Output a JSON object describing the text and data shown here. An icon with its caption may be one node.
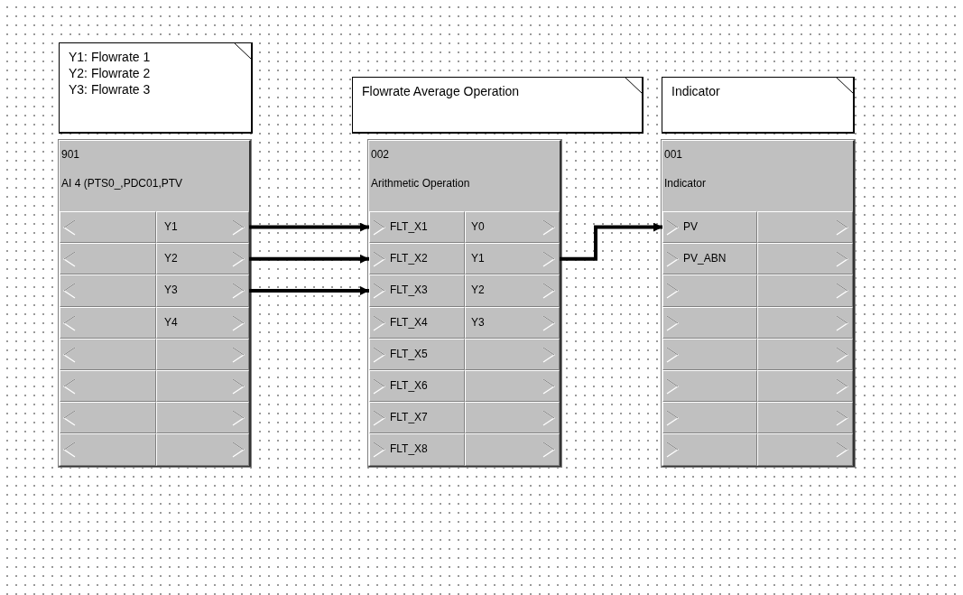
{
  "diagram": {
    "nodes": [
      {
        "text": [
          "Y1: Flowrate 1",
          "Y2: Flowrate 2",
          "Y3: Flowrate 3"
        ]
      },
      {
        "text": [
          "Flowrate Average Operation"
        ]
      },
      {
        "text": [
          "Indicator"
        ]
      },
      {
        "text": [
          "901",
          "AI 4 (PTS0_,PDC01,PTV"
        ]
      },
      {
        "text": [],
        "shape": "box",
        "in": 3
      },
      {
        "text": [
          "Y1"
        ],
        "in": 3
      },
      {
        "text": [],
        "shape": "box",
        "in": 3
      },
      {
        "text": [
          "Y2"
        ],
        "in": 3
      },
      {
        "text": [],
        "shape": "box",
        "in": 3
      },
      {
        "text": [
          "Y3"
        ],
        "in": 3
      },
      {
        "text": [],
        "shape": "box",
        "in": 3
      },
      {
        "text": [
          "Y4"
        ],
        "in": 3
      },
      {
        "text": [],
        "shape": "box",
        "in": 3
      },
      {
        "text": [],
        "shape": "box",
        "in": 3
      },
      {
        "text": [],
        "shape": "box",
        "in": 3
      },
      {
        "text": [],
        "shape": "box",
        "in": 3
      },
      {
        "text": [],
        "shape": "box",
        "in": 3
      },
      {
        "text": [],
        "shape": "box",
        "in": 3
      },
      {
        "text": [],
        "shape": "box",
        "in": 3
      },
      {
        "text": [],
        "shape": "box",
        "in": 3
      },
      {
        "text": [
          "002",
          "Arithmetic Operation"
        ]
      },
      {
        "text": [
          "FLT_X1"
        ],
        "in": 20
      },
      {
        "text": [
          "Y0"
        ],
        "in": 20
      },
      {
        "text": [
          "FLT_X2"
        ],
        "in": 20
      },
      {
        "text": [
          "Y1"
        ],
        "in": 20
      },
      {
        "text": [
          "FLT_X3"
        ],
        "in": 20
      },
      {
        "text": [
          "Y2"
        ],
        "in": 20
      },
      {
        "text": [
          "FLT_X4"
        ],
        "in": 20
      },
      {
        "text": [
          "Y3"
        ],
        "in": 20
      },
      {
        "text": [
          "FLT_X5"
        ],
        "in": 20
      },
      {
        "text": [],
        "shape": "box",
        "in": 20
      },
      {
        "text": [
          "FLT_X6"
        ],
        "in": 20
      },
      {
        "text": [],
        "shape": "box",
        "in": 20
      },
      {
        "text": [
          "FLT_X7"
        ],
        "in": 20
      },
      {
        "text": [],
        "shape": "box",
        "in": 20
      },
      {
        "text": [
          "FLT_X8"
        ],
        "in": 20
      },
      {
        "text": [],
        "shape": "box",
        "in": 20
      },
      {
        "text": [
          "001",
          "Indicator"
        ]
      },
      {
        "text": [
          "PV"
        ],
        "in": 37
      },
      {
        "text": [],
        "shape": "box",
        "in": 37
      },
      {
        "text": [
          "PV_ABN"
        ],
        "in": 37
      },
      {
        "text": [],
        "shape": "box",
        "in": 37
      },
      {
        "text": [],
        "shape": "box",
        "in": 37
      },
      {
        "text": [],
        "shape": "box",
        "in": 37
      },
      {
        "text": [],
        "shape": "box",
        "in": 37
      },
      {
        "text": [],
        "shape": "box",
        "in": 37
      },
      {
        "text": [],
        "shape": "box",
        "in": 37
      },
      {
        "text": [],
        "shape": "box",
        "in": 37
      },
      {
        "text": [],
        "shape": "box",
        "in": 37
      },
      {
        "text": [],
        "shape": "box",
        "in": 37
      },
      {
        "text": [],
        "shape": "box",
        "in": 37
      },
      {
        "text": [],
        "shape": "box",
        "in": 37
      },
      {
        "text": [],
        "shape": "box",
        "in": 37
      },
      {
        "text": [],
        "shape": "box",
        "in": 37
      }
    ],
    "edges": [
      {
        "from": 5,
        "to": 21,
        "arrow": "to"
      },
      {
        "from": 7,
        "to": 23,
        "arrow": "to"
      },
      {
        "from": 9,
        "to": 25,
        "arrow": "to"
      },
      {
        "from": 24,
        "to": 38,
        "arrow": "to"
      }
    ]
  }
}
